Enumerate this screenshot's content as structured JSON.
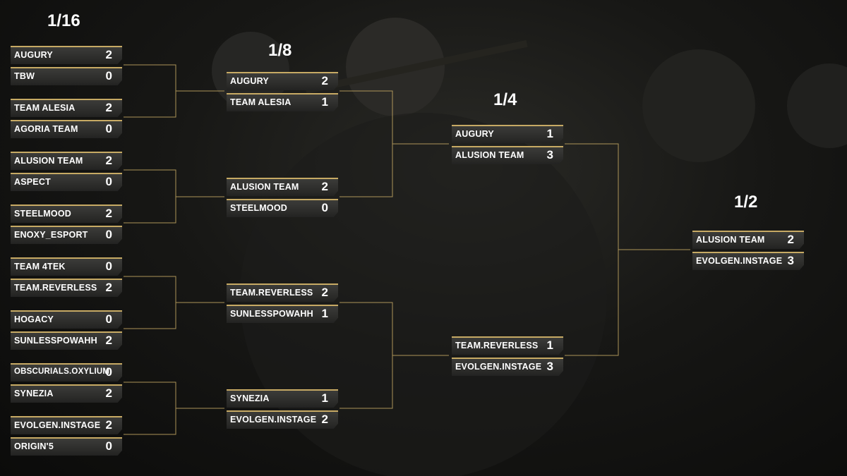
{
  "rounds": [
    {
      "title": "1/16",
      "matches": [
        {
          "teams": [
            {
              "name": "AUGURY",
              "score": "2"
            },
            {
              "name": "TBW",
              "score": "0"
            }
          ]
        },
        {
          "teams": [
            {
              "name": "TEAM ALESIA",
              "score": "2"
            },
            {
              "name": "AGORIA TEAM",
              "score": "0"
            }
          ]
        },
        {
          "teams": [
            {
              "name": "ALUSION TEAM",
              "score": "2"
            },
            {
              "name": "ASPECT",
              "score": "0"
            }
          ]
        },
        {
          "teams": [
            {
              "name": "STEELMOOD",
              "score": "2"
            },
            {
              "name": "ENOXY_ESPORT",
              "score": "0"
            }
          ]
        },
        {
          "teams": [
            {
              "name": "TEAM 4TEK",
              "score": "0"
            },
            {
              "name": "TEAM.REVERLESS",
              "score": "2"
            }
          ]
        },
        {
          "teams": [
            {
              "name": "HOGACY",
              "score": "0"
            },
            {
              "name": "SUNLESSPOWAHH",
              "score": "2"
            }
          ]
        },
        {
          "teams": [
            {
              "name": "OBSCURIALS.OXYLIUM",
              "score": "0"
            },
            {
              "name": "SYNEZIA",
              "score": "2"
            }
          ]
        },
        {
          "teams": [
            {
              "name": "EVOLGEN.INSTAGE",
              "score": "2"
            },
            {
              "name": "ORIGIN'5",
              "score": "0"
            }
          ]
        }
      ]
    },
    {
      "title": "1/8",
      "matches": [
        {
          "teams": [
            {
              "name": "AUGURY",
              "score": "2"
            },
            {
              "name": "TEAM ALESIA",
              "score": "1"
            }
          ]
        },
        {
          "teams": [
            {
              "name": "ALUSION TEAM",
              "score": "2"
            },
            {
              "name": "STEELMOOD",
              "score": "0"
            }
          ]
        },
        {
          "teams": [
            {
              "name": "TEAM.REVERLESS",
              "score": "2"
            },
            {
              "name": "SUNLESSPOWAHH",
              "score": "1"
            }
          ]
        },
        {
          "teams": [
            {
              "name": "SYNEZIA",
              "score": "1"
            },
            {
              "name": "EVOLGEN.INSTAGE",
              "score": "2"
            }
          ]
        }
      ]
    },
    {
      "title": "1/4",
      "matches": [
        {
          "teams": [
            {
              "name": "AUGURY",
              "score": "1"
            },
            {
              "name": "ALUSION TEAM",
              "score": "3"
            }
          ]
        },
        {
          "teams": [
            {
              "name": "TEAM.REVERLESS",
              "score": "1"
            },
            {
              "name": "EVOLGEN.INSTAGE",
              "score": "3"
            }
          ]
        }
      ]
    },
    {
      "title": "1/2",
      "matches": [
        {
          "teams": [
            {
              "name": "ALUSION TEAM",
              "score": "2"
            },
            {
              "name": "EVOLGEN.INSTAGE",
              "score": "3"
            }
          ]
        }
      ]
    }
  ],
  "colors": {
    "accent": "#c7aa64",
    "panel": "#2e2e2c",
    "background": "#141412"
  }
}
